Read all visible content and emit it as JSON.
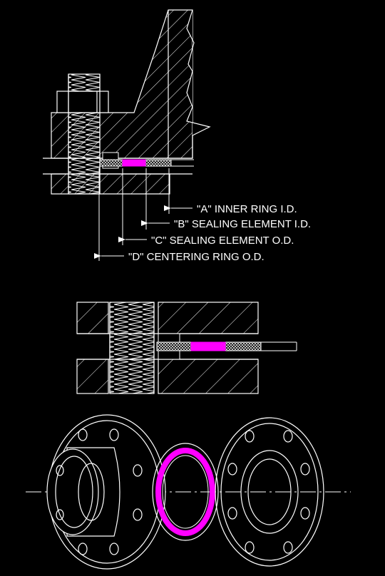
{
  "colors": {
    "background": "#000000",
    "line": "#ffffff",
    "sealing_element": "#ff00ff"
  },
  "callouts": {
    "a": "\"A\" INNER RING I.D.",
    "b": "\"B\" SEALING ELEMENT I.D.",
    "c": "\"C\" SEALING ELEMENT O.D.",
    "d": "\"D\" CENTERING RING O.D."
  }
}
